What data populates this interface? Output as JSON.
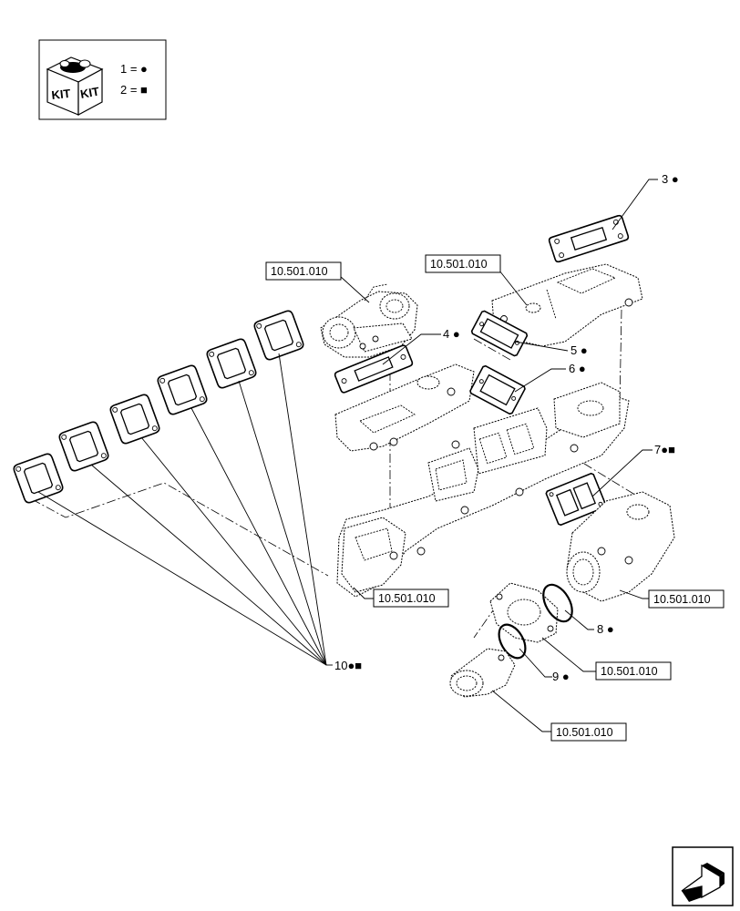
{
  "kit_legend": {
    "kit_label_left": "KIT",
    "kit_label_right": "KIT",
    "entries": [
      {
        "text": "1 = ",
        "symbol": "●"
      },
      {
        "text": "2 = ",
        "symbol": "■"
      }
    ]
  },
  "references": [
    {
      "id": "ref-egr-valve",
      "text": "10.501.010"
    },
    {
      "id": "ref-upper-pipe",
      "text": "10.501.010"
    },
    {
      "id": "ref-manifold",
      "text": "10.501.010"
    },
    {
      "id": "ref-elbow",
      "text": "10.501.010"
    },
    {
      "id": "ref-thermostat",
      "text": "10.501.010"
    },
    {
      "id": "ref-outlet-pipe",
      "text": "10.501.010"
    }
  ],
  "callouts": [
    {
      "id": "c3",
      "text": "3 ●"
    },
    {
      "id": "c4",
      "text": "4 ●"
    },
    {
      "id": "c5",
      "text": "5 ●"
    },
    {
      "id": "c6",
      "text": "6 ●"
    },
    {
      "id": "c7",
      "text": "7●■"
    },
    {
      "id": "c8",
      "text": "8 ●"
    },
    {
      "id": "c9",
      "text": "9 ●"
    },
    {
      "id": "c10",
      "text": "10●■"
    }
  ],
  "nav_icon": "next-page-arrow-icon"
}
